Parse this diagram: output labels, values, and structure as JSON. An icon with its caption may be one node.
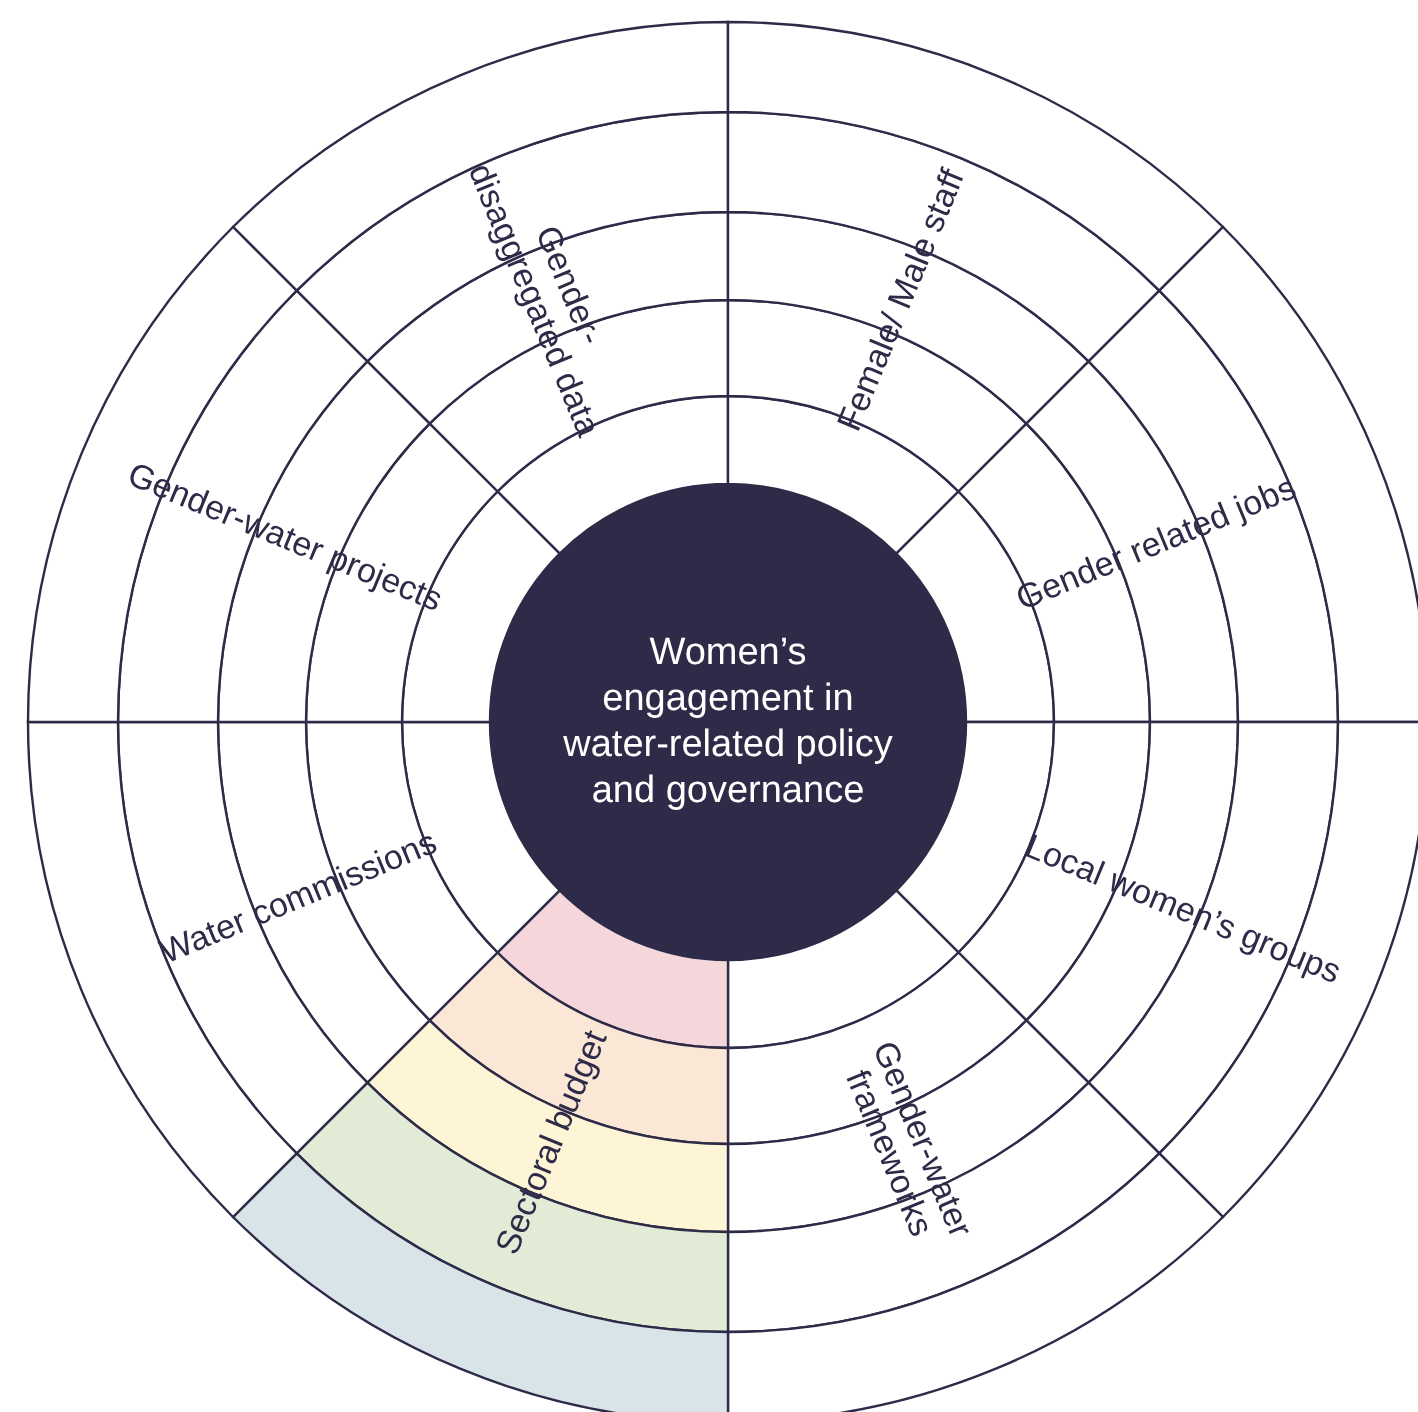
{
  "diagram": {
    "nodes": [
      {
        "text": [
          "Women’s engagement in water-related policy and governance"
        ]
      },
      {
        "text": [
          "Gender-disaggregated data"
        ]
      },
      {
        "text": [
          "Female/ Male staff"
        ]
      },
      {
        "text": [
          "Gender related jobs"
        ]
      },
      {
        "text": [
          "Local women’s groups"
        ]
      },
      {
        "text": [
          "Gender-water frameworks"
        ]
      },
      {
        "text": [
          "Sectoral budget"
        ]
      },
      {
        "text": [
          "Water commissions"
        ]
      },
      {
        "text": [
          "Gender-water projects"
        ]
      }
    ]
  }
}
